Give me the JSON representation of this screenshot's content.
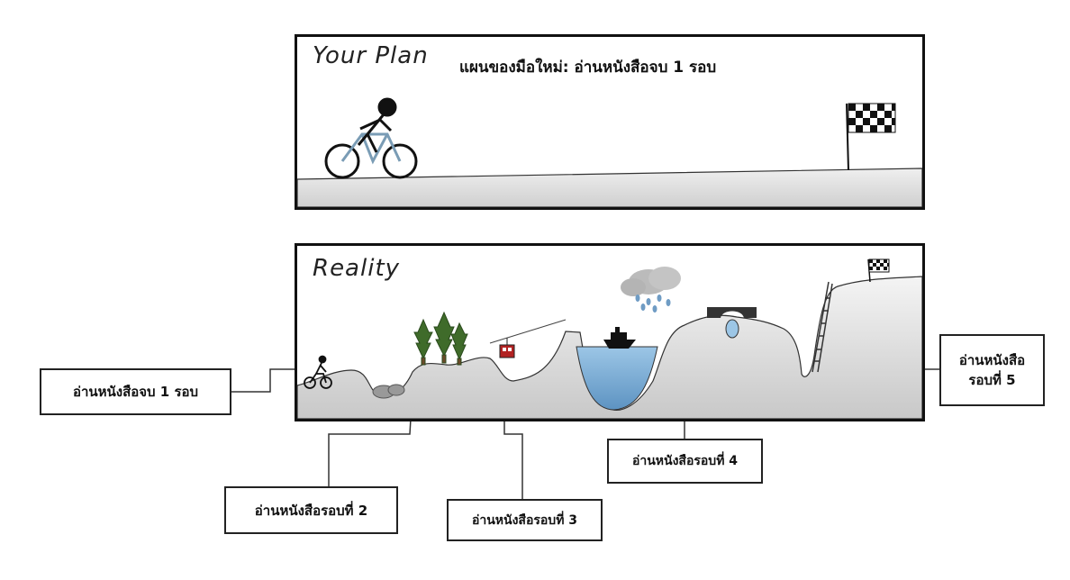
{
  "plan": {
    "title": "Your Plan",
    "subtitle": "แผนของมือใหม่: อ่านหนังสือจบ 1 รอบ"
  },
  "reality": {
    "title": "Reality"
  },
  "callouts": [
    {
      "id": "round-1",
      "label": "อ่านหนังสือจบ 1 รอบ"
    },
    {
      "id": "round-2",
      "label": "อ่านหนังสือรอบที่ 2"
    },
    {
      "id": "round-3",
      "label": "อ่านหนังสือรอบที่ 3"
    },
    {
      "id": "round-4",
      "label": "อ่านหนังสือรอบที่ 4"
    },
    {
      "id": "round-5",
      "label": "อ่านหนังสือ\nรอบที่ 5"
    }
  ],
  "colors": {
    "border": "#111111",
    "ground": "#d9d9d9",
    "water": "#7fb2d9",
    "tree": "#3f6b2a",
    "gondola": "#b22222"
  },
  "icons": [
    "bicycle-icon",
    "finish-flag-icon",
    "tree-icon",
    "gondola-icon",
    "boat-icon",
    "rain-cloud-icon",
    "bridge-icon",
    "boulder-icon",
    "ladder-icon"
  ]
}
